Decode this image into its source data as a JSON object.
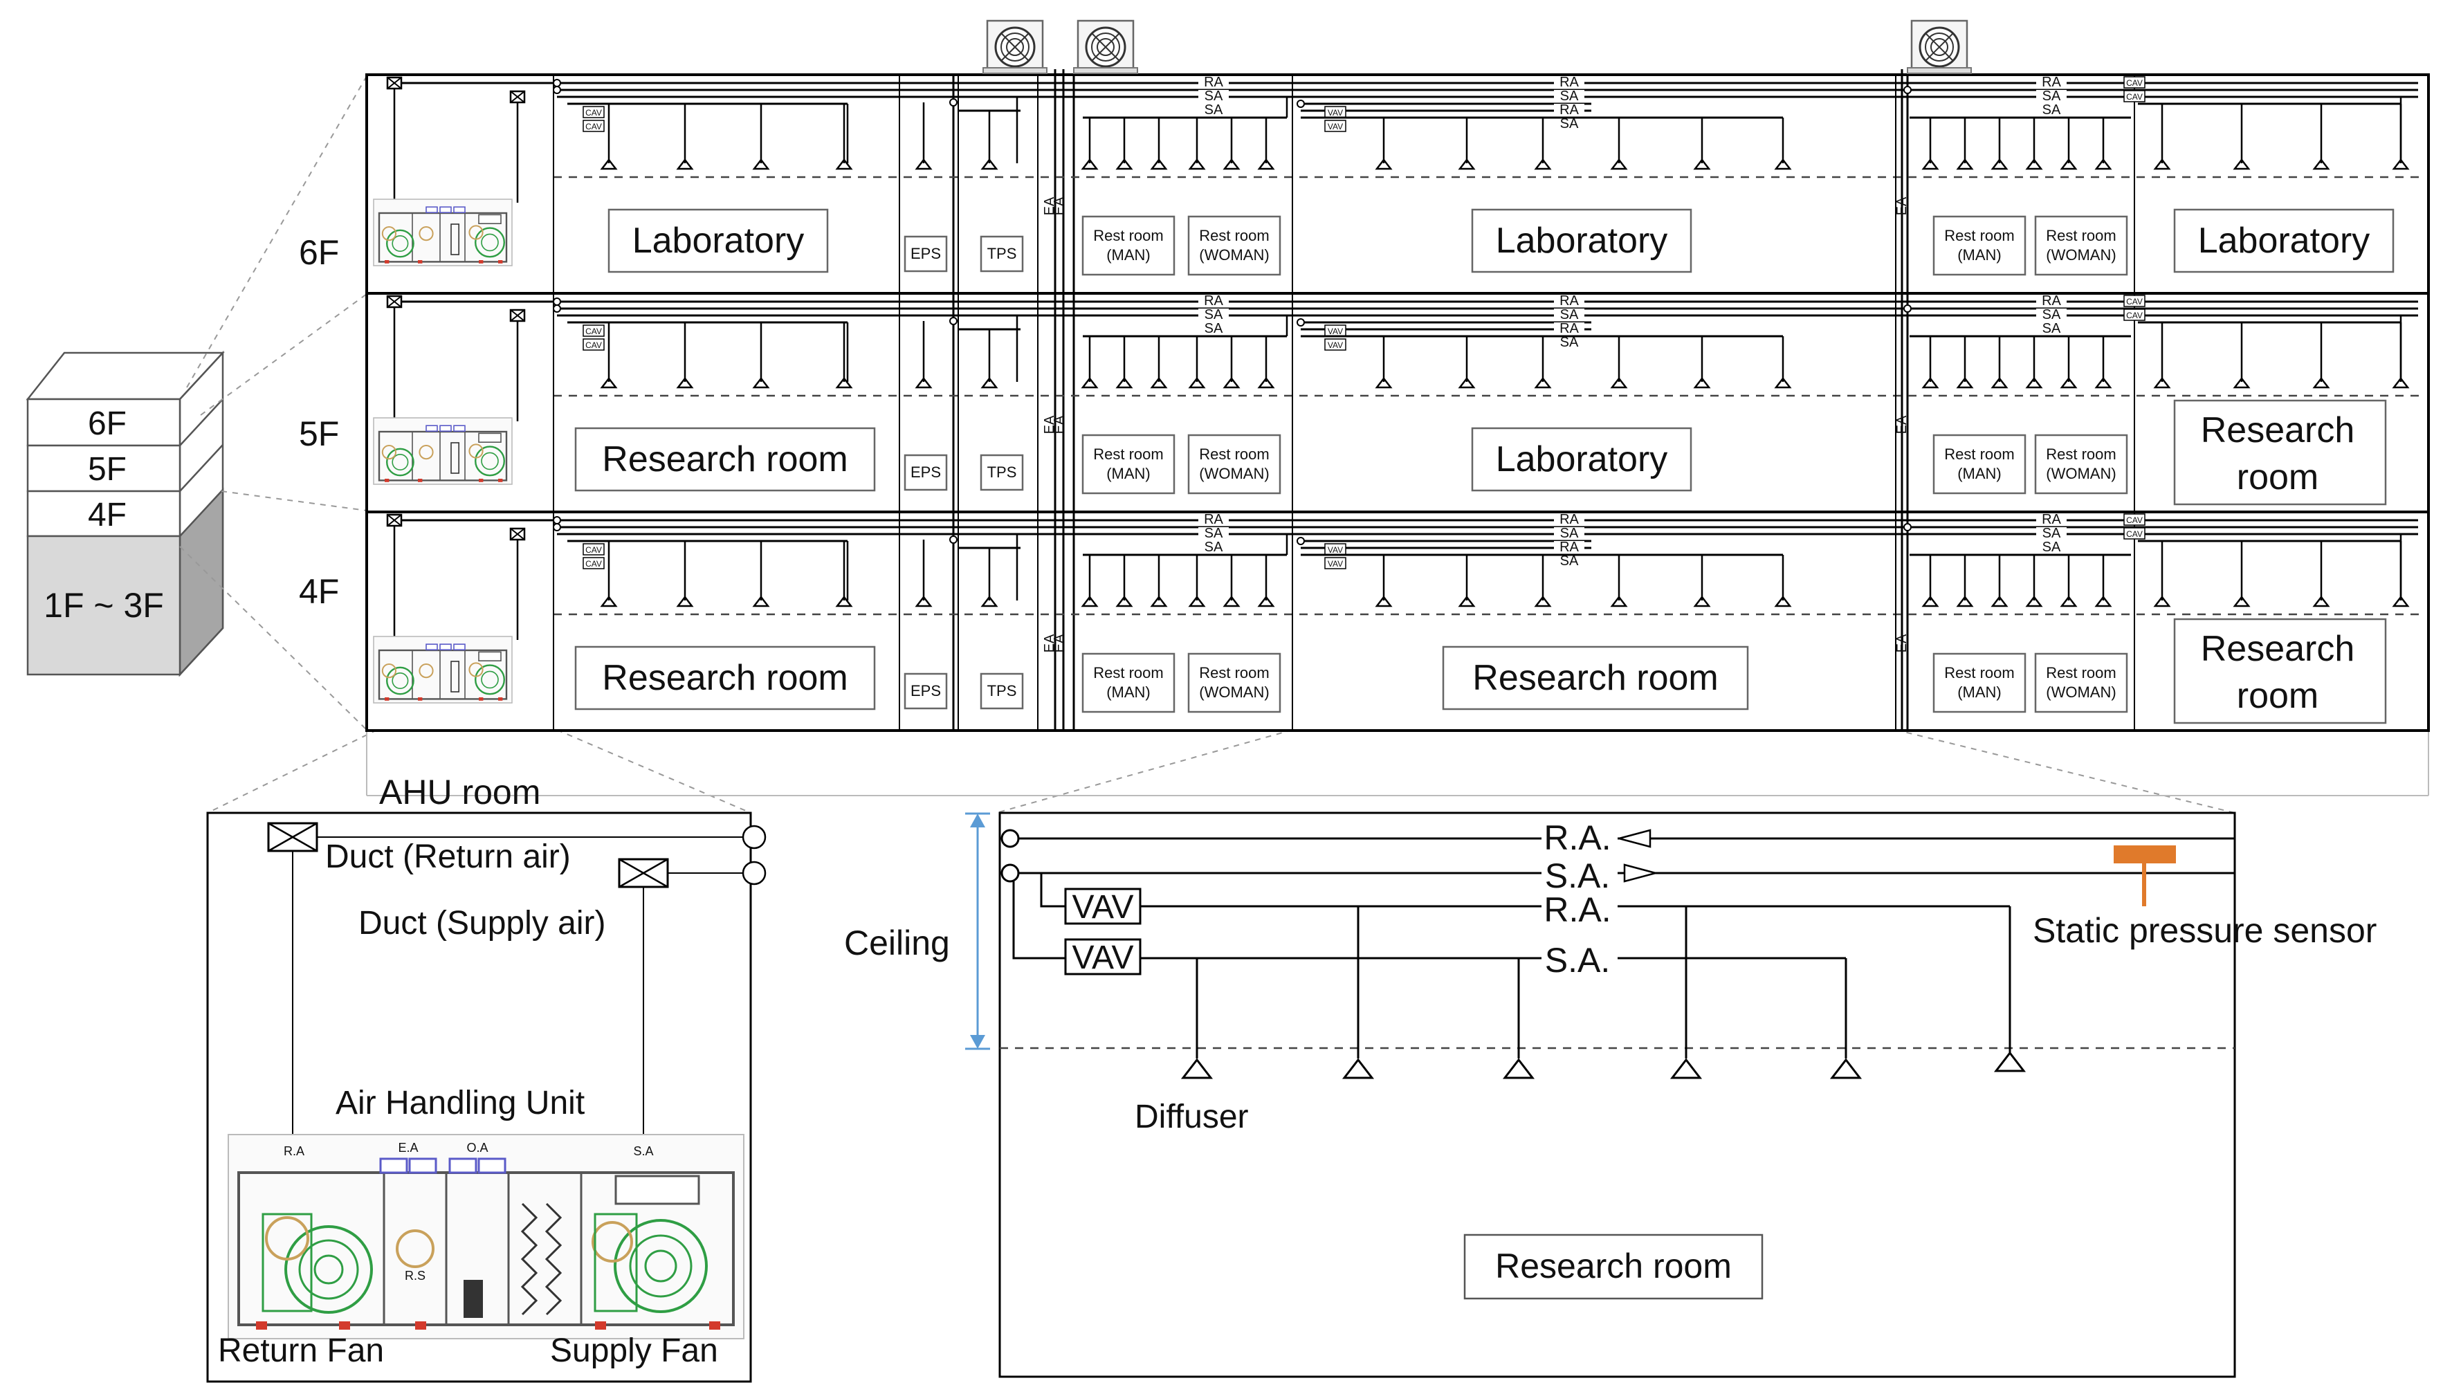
{
  "building": {
    "floors": [
      "6F",
      "5F",
      "4F",
      "1F ~ 3F"
    ]
  },
  "floor_labels": [
    "6F",
    "5F",
    "4F"
  ],
  "duct_labels": {
    "ra": "RA",
    "sa": "SA",
    "ea": "EA",
    "cav": "CAV",
    "vav": "VAV"
  },
  "floors": [
    {
      "left_room": "Laboratory",
      "center_room": "Laboratory",
      "right_room": [
        "Laboratory"
      ]
    },
    {
      "left_room": "Research room",
      "center_room": "Laboratory",
      "right_room": [
        "Research",
        "room"
      ]
    },
    {
      "left_room": "Research room",
      "center_room": "Research room",
      "right_room": [
        "Research",
        "room"
      ]
    }
  ],
  "shafts": {
    "eps": "EPS",
    "tps": "TPS"
  },
  "restrooms": {
    "man": [
      "Rest room",
      "(MAN)"
    ],
    "woman": [
      "Rest room",
      "(WOMAN)"
    ]
  },
  "ahu_detail": {
    "title": "AHU room",
    "duct_return": "Duct (Return air)",
    "duct_supply": "Duct (Supply air)",
    "unit": "Air Handling Unit",
    "return_fan": "Return Fan",
    "supply_fan": "Supply Fan",
    "unit_tags": [
      "R.A",
      "E.A",
      "O.A",
      "S.A"
    ],
    "unit_part": "R.S"
  },
  "ceiling_detail": {
    "ceiling": "Ceiling",
    "ra": "R.A.",
    "sa": "S.A.",
    "vav": "VAV",
    "sensor": "Static pressure sensor",
    "diffuser": "Diffuser",
    "room": "Research room"
  },
  "colors": {
    "sensor": "#e07a2b",
    "arrow": "#5b9bd5",
    "duct_green": "#2f9e44",
    "damper_blue": "#5a5ac8",
    "fan_red": "#d33a2c",
    "coil_tan": "#c9a15b"
  }
}
